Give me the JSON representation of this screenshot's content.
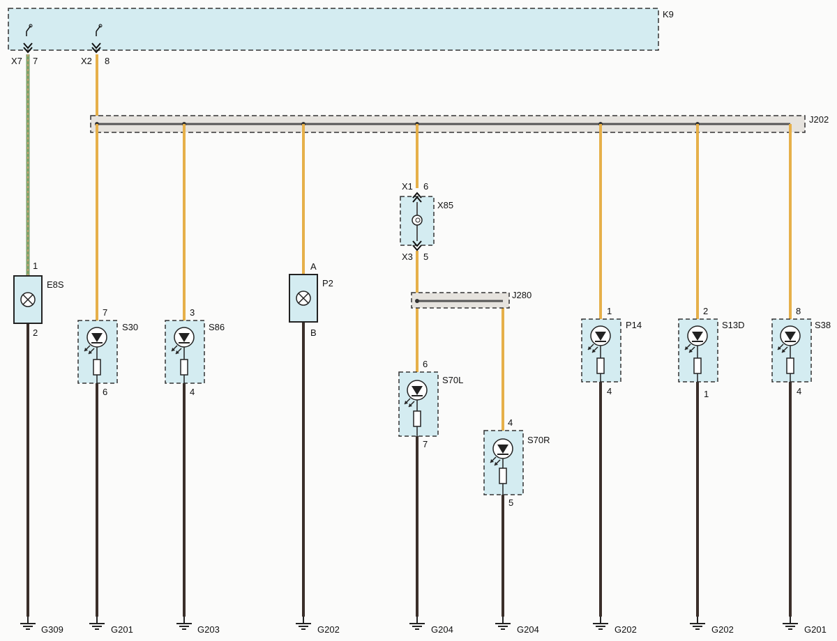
{
  "diagram": {
    "module": {
      "name": "K9",
      "connectors": [
        {
          "name": "X7",
          "pin": "7"
        },
        {
          "name": "X2",
          "pin": "8"
        }
      ]
    },
    "splices": [
      "J202",
      "J280"
    ],
    "harness_connector": {
      "name": "X85",
      "top_name": "X1",
      "top_pin": "6",
      "bottom_name": "X3",
      "bottom_pin": "5"
    },
    "components": [
      {
        "name": "E8S",
        "type": "lamp",
        "pin_top": "1",
        "pin_bottom": "2",
        "ground": "G309"
      },
      {
        "name": "S30",
        "type": "led-switch",
        "pin_top": "7",
        "pin_bottom": "6",
        "ground": "G201"
      },
      {
        "name": "S86",
        "type": "led-switch",
        "pin_top": "3",
        "pin_bottom": "4",
        "ground": "G203"
      },
      {
        "name": "P2",
        "type": "lamp",
        "pin_top": "A",
        "pin_bottom": "B",
        "ground": "G202"
      },
      {
        "name": "S70L",
        "type": "led-switch",
        "pin_top": "6",
        "pin_bottom": "7",
        "ground": "G204"
      },
      {
        "name": "S70R",
        "type": "led-switch",
        "pin_top": "4",
        "pin_bottom": "5",
        "ground": "G204"
      },
      {
        "name": "P14",
        "type": "led-switch",
        "pin_top": "1",
        "pin_bottom": "4",
        "ground": "G202"
      },
      {
        "name": "S13D",
        "type": "led-switch",
        "pin_top": "2",
        "pin_bottom": "1",
        "ground": "G202"
      },
      {
        "name": "S38",
        "type": "led-switch",
        "pin_top": "8",
        "pin_bottom": "4",
        "ground": "G201"
      }
    ],
    "colors": {
      "yellow_wire": "#e6b04a",
      "green_wire": "#7da26a",
      "ground_wire": "#3b2f2a",
      "box_fill": "#d4ecf1",
      "box_stroke": "#333333"
    }
  }
}
